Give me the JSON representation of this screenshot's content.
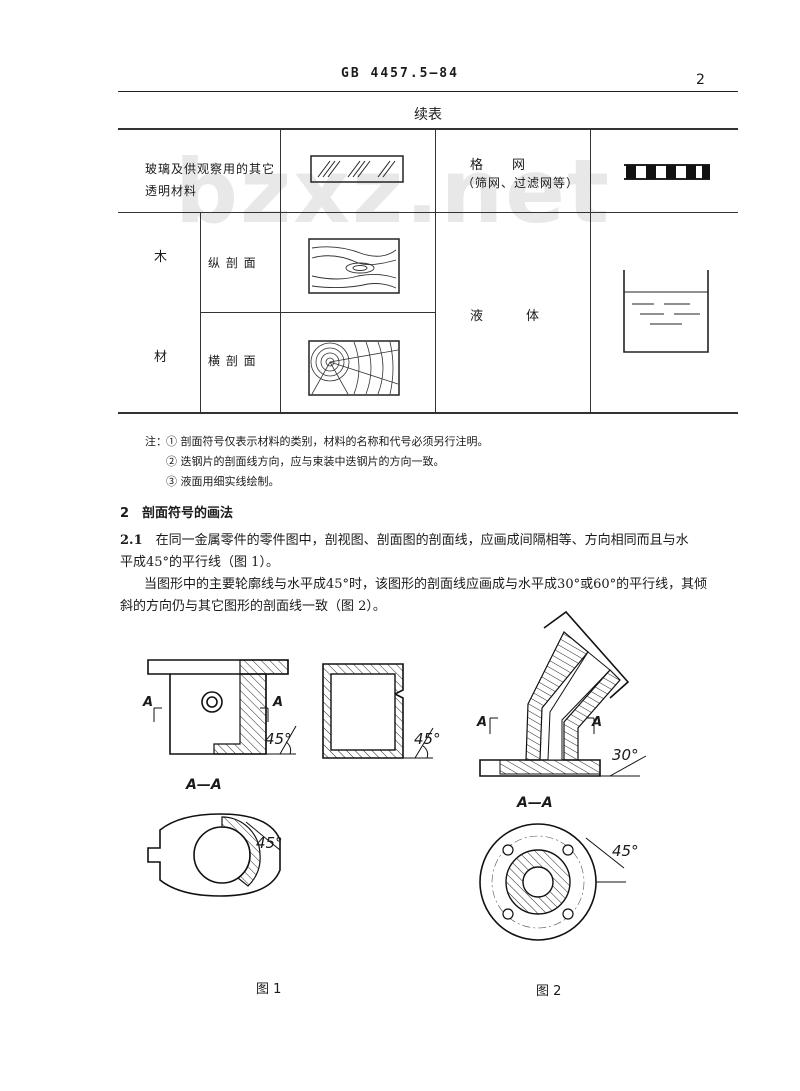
{
  "header": {
    "standard": "GB 4457.5—84",
    "page_number": "2"
  },
  "watermark": "bzxz.net",
  "table": {
    "caption": "续表",
    "glass_label_line1": "玻璃及供观察用的其它",
    "glass_label_line2": "透明材料",
    "mesh_label": "格　　网",
    "mesh_sub": "（筛网、过滤网等）",
    "wood_label_top": "木",
    "wood_label_bottom": "材",
    "wood_long": "纵 剖 面",
    "wood_cross": "横 剖 面",
    "liquid_label": "液　　　体"
  },
  "notes": {
    "label": "注：",
    "items": [
      "① 剖面符号仅表示材料的类别，材料的名称和代号必须另行注明。",
      "② 迭钢片的剖面线方向，应与束装中迭钢片的方向一致。",
      "③ 液面用细实线绘制。"
    ]
  },
  "section": {
    "heading": "2　剖面符号的画法",
    "p1_num": "2.1",
    "p1_line1": "　在同一金属零件的零件图中，剖视图、剖面图的剖面线，应画成间隔相等、方向相同而且与水",
    "p1_line2": "平成45°的平行线（图 1）。",
    "p2_line1": "当图形中的主要轮廓线与水平成45°时，该图形的剖面线应画成与水平成30°或60°的平行线，其倾",
    "p2_line2": "斜的方向仍与其它图形的剖面线一致（图 2）。"
  },
  "figures": {
    "fig1_caption": "图 1",
    "fig2_caption": "图 2",
    "label_A": "A",
    "label_AA": "A—A",
    "angle_45": "45°",
    "angle_30": "30°"
  }
}
